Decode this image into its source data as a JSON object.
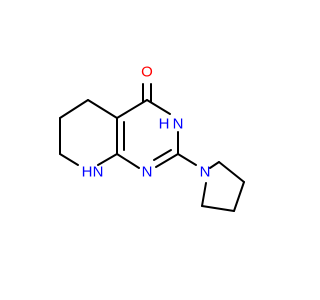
{
  "molecule": {
    "atoms": [
      {
        "id": "O",
        "text": "O",
        "color": "#ff0000"
      },
      {
        "id": "N3",
        "text": "N",
        "color": "#0000ff"
      },
      {
        "id": "H3",
        "text": "H",
        "color": "#0000ff"
      },
      {
        "id": "N1",
        "text": "N",
        "color": "#0000ff"
      },
      {
        "id": "N8",
        "text": "N",
        "color": "#0000ff"
      },
      {
        "id": "H8",
        "text": "H",
        "color": "#0000ff"
      },
      {
        "id": "Npyr",
        "text": "N",
        "color": "#0000ff"
      }
    ],
    "bond_color": "#000000"
  }
}
